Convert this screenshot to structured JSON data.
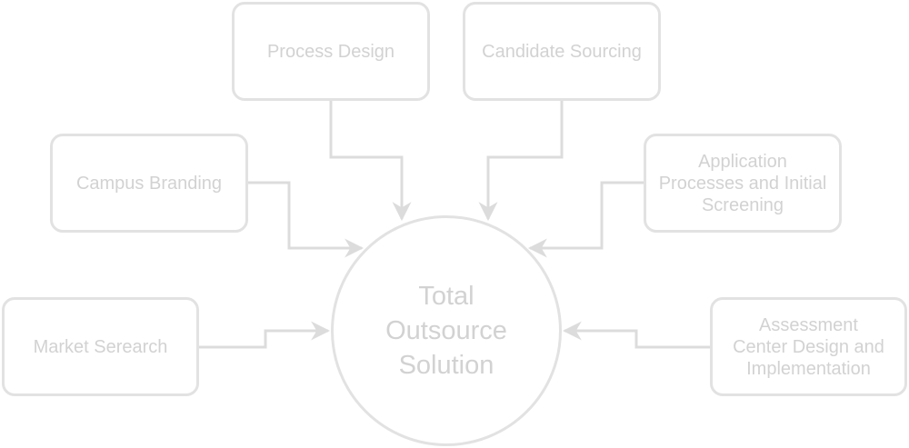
{
  "center": {
    "lines": [
      "Total",
      "Outsource",
      "Solution"
    ]
  },
  "nodes": {
    "process_design": {
      "lines": [
        "Process Design"
      ]
    },
    "candidate_sourcing": {
      "lines": [
        "Candidate Sourcing"
      ]
    },
    "campus_branding": {
      "lines": [
        "Campus Branding"
      ]
    },
    "application_processes": {
      "lines": [
        "Application",
        "Processes and Initial",
        "Screening"
      ]
    },
    "market_research": {
      "lines": [
        "Market Serearch"
      ]
    },
    "assessment_center": {
      "lines": [
        "Assessment",
        "Center Design and",
        "Implementation"
      ]
    }
  },
  "colors": {
    "stroke": "#e2e2e2",
    "text": "#d2d2d2",
    "background": "#ffffff"
  }
}
